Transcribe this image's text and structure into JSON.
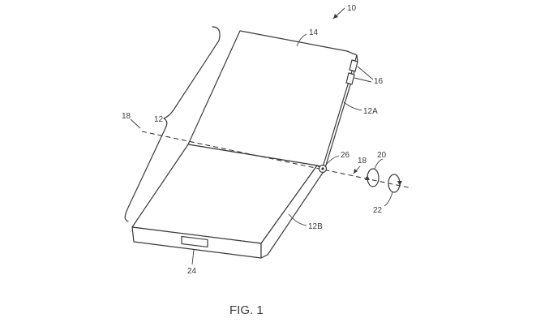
{
  "figure": {
    "caption": "FIG. 1",
    "labels": {
      "device": "10",
      "housing": "12",
      "upper_portion": "12A",
      "lower_portion": "12B",
      "display": "14",
      "buttons": "16",
      "axis": "18",
      "axis_near_hinge": "18",
      "rotation_arrow_upper": "20",
      "rotation_arrow_lower": "22",
      "port": "24",
      "hinge": "26"
    }
  }
}
